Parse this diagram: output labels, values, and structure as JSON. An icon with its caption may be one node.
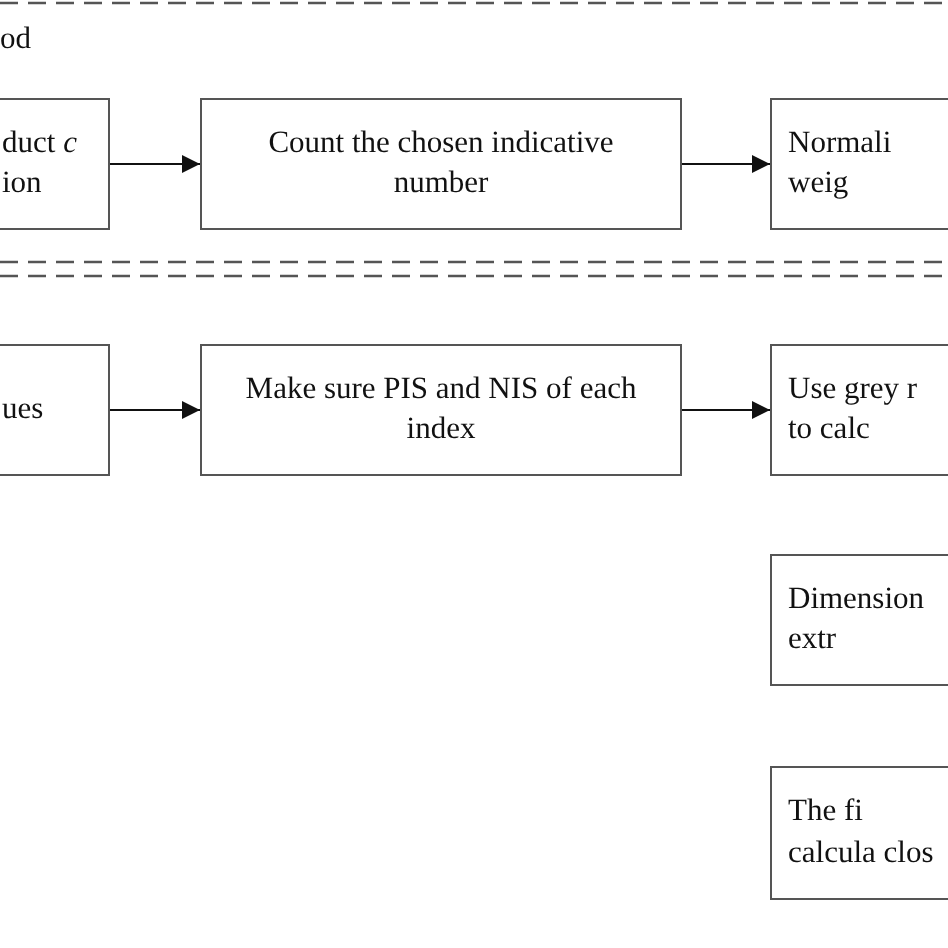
{
  "diagram": {
    "nodes": [
      {
        "text": [
          "duct *c* ion"
        ]
      },
      {
        "text": [
          "Count the chosen indicative number"
        ]
      },
      {
        "text": [
          "Normali weig"
        ]
      },
      {
        "text": [
          "ues"
        ]
      },
      {
        "text": [
          "Make sure PIS and NIS of each index"
        ]
      },
      {
        "text": [
          "Use grey r to calc"
        ]
      },
      {
        "text": [
          "Dimension extr"
        ]
      },
      {
        "text": [
          "The fi calcula clos"
        ]
      }
    ],
    "edges": [
      {
        "from": 0,
        "to": 1,
        "arrow": "to"
      },
      {
        "from": 1,
        "to": 2,
        "arrow": "to"
      },
      {
        "from": 3,
        "to": 4,
        "arrow": "to"
      },
      {
        "from": 4,
        "to": 5,
        "arrow": "to"
      }
    ],
    "labels": [
      "od"
    ]
  }
}
